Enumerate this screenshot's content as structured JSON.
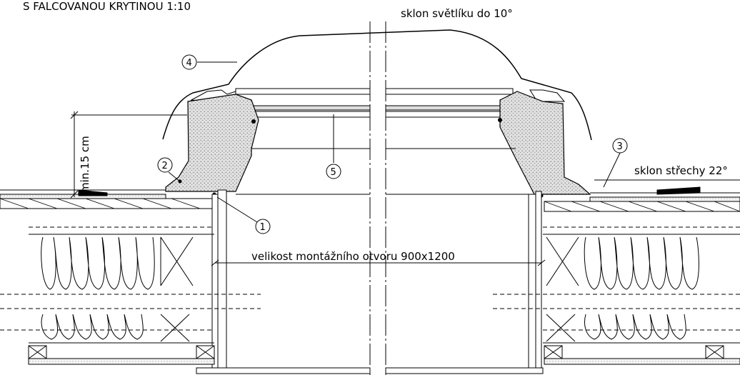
{
  "title": "S FALCOVANOU KRYTINOU 1:10",
  "labels": {
    "skylight_slope": "sklon světlíku do 10°",
    "roof_slope": "sklon střechy 22°",
    "min_height": "min.15 cm",
    "opening_size": "velikost montážního otvoru 900x1200"
  },
  "callouts": [
    "1",
    "2",
    "3",
    "4",
    "5"
  ]
}
